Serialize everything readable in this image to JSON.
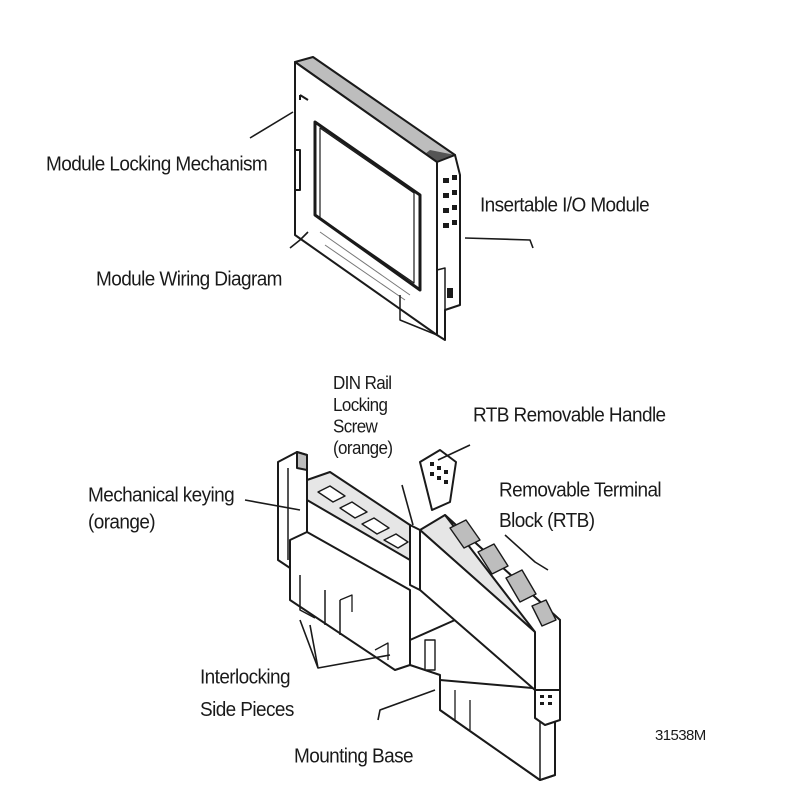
{
  "labels": {
    "module_locking_mechanism": "Module Locking Mechanism",
    "insertable_io_module": "Insertable I/O Module",
    "module_wiring_diagram": "Module Wiring Diagram",
    "din_rail_locking_screw": [
      "DIN Rail",
      "Locking",
      "Screw",
      "(orange)"
    ],
    "rtb_removable_handle": "RTB Removable Handle",
    "mechanical_keying": [
      "Mechanical keying",
      "(orange)"
    ],
    "removable_terminal_block": [
      "Removable Terminal",
      "Block (RTB)"
    ],
    "interlocking_side_pieces": [
      "Interlocking",
      "Side Pieces"
    ],
    "mounting_base": "Mounting Base"
  },
  "figure_number": "31538M",
  "colors": {
    "ink": "#1a1a1a",
    "shade": "#bdbdbd",
    "light": "#e6e6e6",
    "dark": "#555555"
  }
}
